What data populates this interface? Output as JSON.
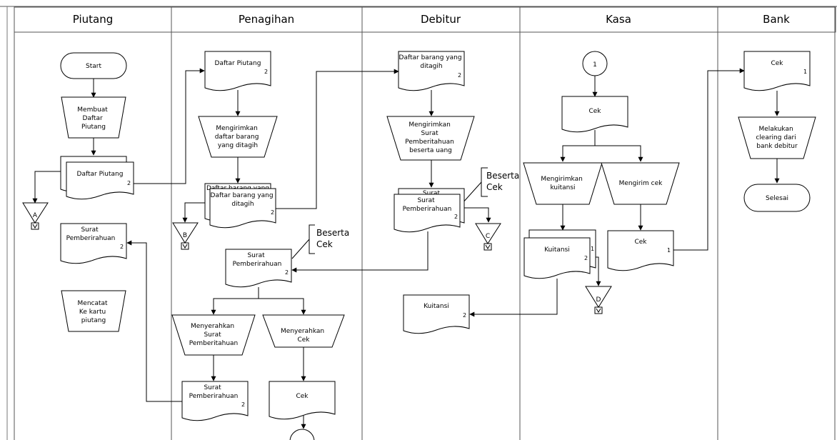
{
  "lanes": [
    "Piutang",
    "Penagihan",
    "Debitur",
    "Kasa",
    "Bank"
  ],
  "piutang": {
    "start": "Start",
    "membuat": [
      "Membuat",
      "Daftar",
      "Piutang"
    ],
    "daftar_piutang": "Daftar Piutang",
    "daftar_piutang_num": "2",
    "connector_a": "A",
    "surat": [
      "Surat",
      "Pemberirahuan"
    ],
    "surat_num": "2",
    "mencatat": [
      "Mencatat",
      "Ke kartu",
      "piutang"
    ]
  },
  "penagihan": {
    "daftar_piutang": "Daftar Piutang",
    "daftar_piutang_num": "2",
    "mengirimkan": [
      "Mengirimkan",
      "daftar barang",
      "yang ditagih"
    ],
    "daftar_barang_back": "Daftar barang yang",
    "daftar_barang": [
      "Daftar barang yang",
      "ditagih"
    ],
    "daftar_barang_num": "2",
    "connector_b": "B",
    "note": [
      "Beserta",
      "Cek"
    ],
    "surat": [
      "Surat",
      "Pemberirahuan"
    ],
    "surat_num": "2",
    "menyerahkan_surat": [
      "Menyerahkan",
      "Surat",
      "Pemberitahuan"
    ],
    "menyerahkan_cek": [
      "Menyerahkan",
      "Cek"
    ],
    "surat2": [
      "Surat",
      "Pemberirahuan"
    ],
    "surat2_num": "2",
    "cek": "Cek"
  },
  "debitur": {
    "daftar_barang": [
      "Daftar barang yang",
      "ditagih"
    ],
    "daftar_barang_num": "2",
    "mengirimkan": [
      "Mengirimkan",
      "Surat",
      "Pemberitahuan",
      "beserta uang"
    ],
    "note": [
      "Beserta",
      "Cek"
    ],
    "surat_back": "Surat",
    "surat": [
      "Surat",
      "Pemberirahuan"
    ],
    "surat_num": "2",
    "connector_c": "C",
    "kuitansi": "Kuitansi",
    "kuitansi_num": "2"
  },
  "kasa": {
    "connector_1": "1",
    "cek": "Cek",
    "mengirimkan": [
      "Mengirimkan",
      "kuitansi"
    ],
    "mengirim_cek": "Mengirim cek",
    "kuitansi": "Kuitansi",
    "kuitansi_num_back": "1",
    "kuitansi_num": "2",
    "connector_d": "D",
    "cek2": "Cek",
    "cek2_num": "1"
  },
  "bank": {
    "cek": "Cek",
    "cek_num": "1",
    "melakukan": [
      "Melakukan",
      "clearing dari",
      "bank debitur"
    ],
    "selesai": "Selesai"
  }
}
